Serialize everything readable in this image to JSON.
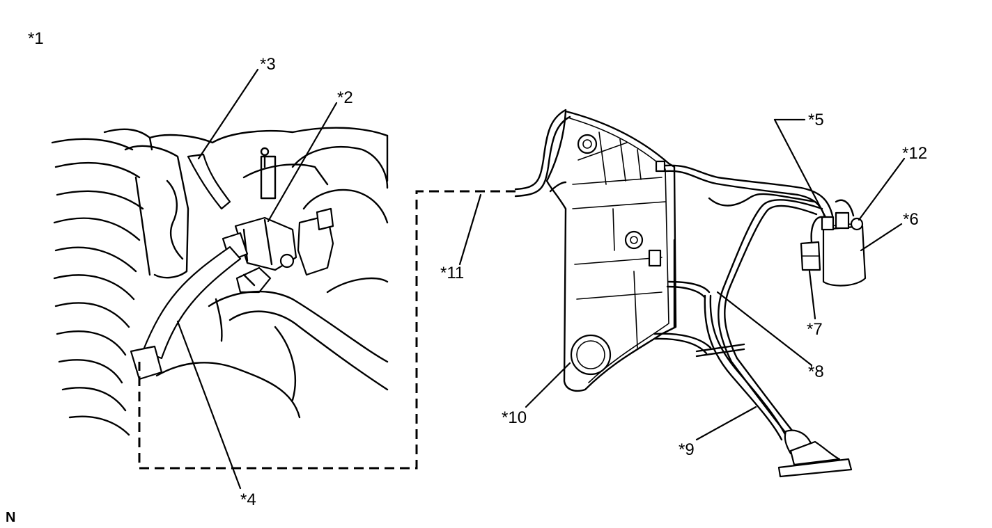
{
  "labels": {
    "c1": "*1",
    "c2": "*2",
    "c3": "*3",
    "c4": "*4",
    "c5": "*5",
    "c6": "*6",
    "c7": "*7",
    "c8": "*8",
    "c9": "*9",
    "c10": "*10",
    "c11": "*11",
    "c12": "*12"
  },
  "corner_mark": "N"
}
